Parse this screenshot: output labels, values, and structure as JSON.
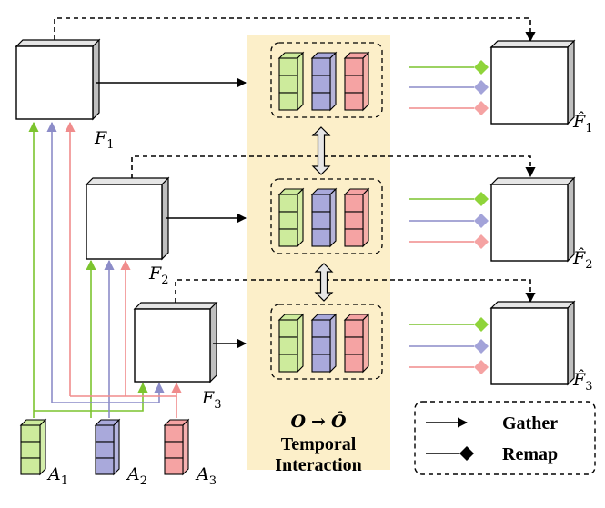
{
  "colors": {
    "green": "#cdeb9c",
    "green_edge": "#7cc42e",
    "blue": "#a9a9db",
    "blue_edge": "#8c8cc8",
    "red": "#f5a3a3",
    "red_edge": "#f08c8c",
    "panel": "#fcefc9",
    "cube_side": "#bfbfbf",
    "cube_top": "#e6e6e6"
  },
  "features": [
    {
      "name": "F",
      "sub": "1"
    },
    {
      "name": "F",
      "sub": "2"
    },
    {
      "name": "F",
      "sub": "3"
    }
  ],
  "outputs": [
    {
      "name": "F̂",
      "sub": "1"
    },
    {
      "name": "F̂",
      "sub": "2"
    },
    {
      "name": "F̂",
      "sub": "3"
    }
  ],
  "anchors": [
    {
      "name": "A",
      "sub": "1"
    },
    {
      "name": "A",
      "sub": "2"
    },
    {
      "name": "A",
      "sub": "3"
    }
  ],
  "interaction": {
    "equation_from": "O",
    "arrow": "→",
    "equation_to": "Ô",
    "line1": "Temporal",
    "line2": "Interaction"
  },
  "legend": {
    "gather": "Gather",
    "remap": "Remap"
  }
}
